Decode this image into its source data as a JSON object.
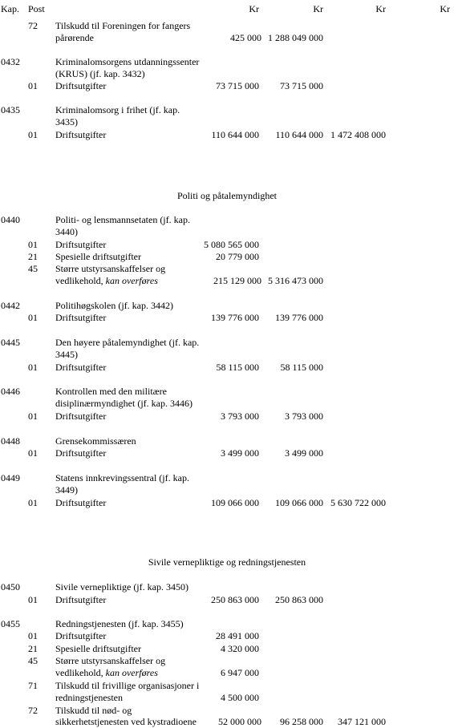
{
  "header": {
    "kap": "Kap.",
    "post": "Post",
    "col1": "Kr",
    "col2": "Kr",
    "col3": "Kr",
    "col4": "Kr"
  },
  "rows": [
    {
      "post": "72",
      "text1": "Tilskudd til Foreningen for fangers",
      "text2": "pårørende",
      "v1": "425 000",
      "v2": "1 288 049 000"
    },
    {
      "kap": "0432",
      "text1": "Kriminalomsorgens utdanningssenter",
      "text2": "(KRUS) (jf. kap. 3432)"
    },
    {
      "post": "01",
      "text1": "Driftsutgifter",
      "v1": "73 715 000",
      "v2": "73 715 000"
    },
    {
      "kap": "0435",
      "text1": "Kriminalomsorg i frihet (jf. kap.",
      "text2": "3435)"
    },
    {
      "post": "01",
      "text1": "Driftsutgifter",
      "v1": "110 644 000",
      "v2": "110 644 000",
      "v3": "1 472 408 000"
    }
  ],
  "sections": {
    "politi": "Politi og påtalemyndighet",
    "sivile": "Sivile vernepliktige og redningstjenesten"
  },
  "politi_rows": [
    {
      "kap": "0440",
      "text1": "Politi- og lensmannsetaten (jf. kap.",
      "text2": "3440)"
    },
    {
      "post": "01",
      "text1": "Driftsutgifter",
      "v1": "5 080 565 000"
    },
    {
      "post": "21",
      "text1": "Spesielle driftsutgifter",
      "v1": "20 779 000"
    },
    {
      "post": "45",
      "text1": "Større utstyrsanskaffelser og",
      "text2a": "vedlikehold, ",
      "text2b": "kan overføres",
      "v1": "215 129 000",
      "v2": "5 316 473 000"
    },
    {
      "kap": "0442",
      "text1": "Politihøgskolen (jf. kap. 3442)"
    },
    {
      "post": "01",
      "text1": "Driftsutgifter",
      "v1": "139 776 000",
      "v2": "139 776 000"
    },
    {
      "kap": "0445",
      "text1": "Den høyere påtalemyndighet (jf. kap.",
      "text2": "3445)"
    },
    {
      "post": "01",
      "text1": "Driftsutgifter",
      "v1": "58 115 000",
      "v2": "58 115 000"
    },
    {
      "kap": "0446",
      "text1": "Kontrollen med den militære",
      "text2": "disiplinærmyndighet (jf. kap. 3446)"
    },
    {
      "post": "01",
      "text1": "Driftsutgifter",
      "v1": "3 793 000",
      "v2": "3 793 000"
    },
    {
      "kap": "0448",
      "text1": "Grensekommissæren"
    },
    {
      "post": "01",
      "text1": "Driftsutgifter",
      "v1": "3 499 000",
      "v2": "3 499 000"
    },
    {
      "kap": "0449",
      "text1": "Statens innkrevingssentral (jf. kap.",
      "text2": "3449)"
    },
    {
      "post": "01",
      "text1": "Driftsutgifter",
      "v1": "109 066 000",
      "v2": "109 066 000",
      "v3": "5 630 722 000"
    }
  ],
  "sivile_rows": [
    {
      "kap": "0450",
      "text1": "Sivile vernepliktige (jf. kap. 3450)"
    },
    {
      "post": "01",
      "text1": "Driftsutgifter",
      "v1": "250 863 000",
      "v2": "250 863 000"
    },
    {
      "kap": "0455",
      "text1": "Redningstjenesten (jf. kap. 3455)"
    },
    {
      "post": "01",
      "text1": "Driftsutgifter",
      "v1": "28 491 000"
    },
    {
      "post": "21",
      "text1": "Spesielle driftsutgifter",
      "v1": "4 320 000"
    },
    {
      "post": "45",
      "text1": "Større utstyrsanskaffelser og",
      "text2a": "vedlikehold, ",
      "text2b": "kan overføres",
      "v1": "6 947 000"
    },
    {
      "post": "71",
      "text1": "Tilskudd til frivillige organisasjoner i",
      "text2": "redningstjenesten",
      "v1": "4 500 000"
    },
    {
      "post": "72",
      "text1": "Tilskudd til nød- og",
      "text2": "sikkerhetstjenesten ved kystradioene",
      "v1": "52 000 000",
      "v2": "96 258 000",
      "v3": "347 121 000"
    }
  ]
}
